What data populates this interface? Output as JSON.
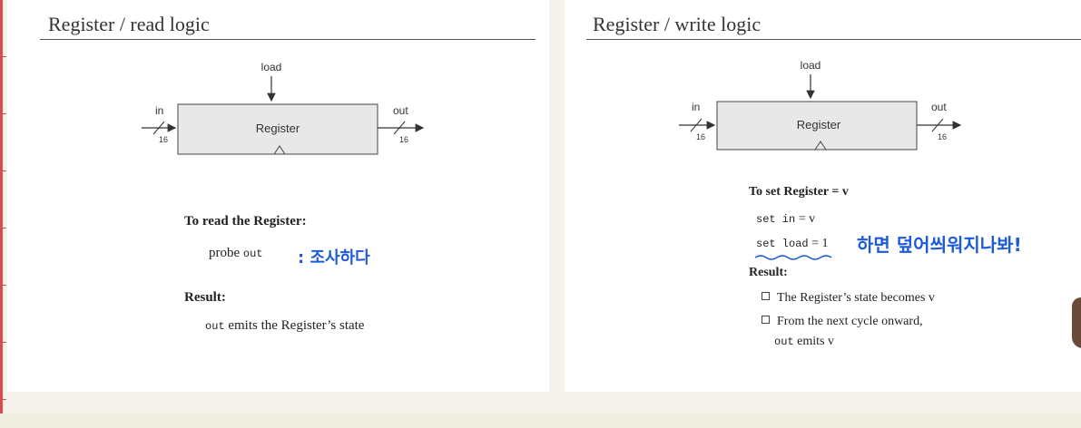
{
  "read_slide": {
    "title": "Register / read logic",
    "diagram": {
      "control_label": "load",
      "block_label": "Register",
      "input_label": "in",
      "input_width": "16",
      "output_label": "out",
      "output_width": "16"
    },
    "heading": "To read the Register:",
    "probe_word": "probe",
    "probe_code": "out",
    "result_heading": "Result:",
    "result_code": "out",
    "result_text": "emits the Register’s state"
  },
  "write_slide": {
    "title": "Register / write logic",
    "diagram": {
      "control_label": "load",
      "block_label": "Register",
      "input_label": "in",
      "input_width": "16",
      "output_label": "out",
      "output_width": "16"
    },
    "heading": "To set Register = v",
    "step1_code": "set in",
    "step1_rest": " = v",
    "step2_code": "set load",
    "step2_rest": " = 1",
    "result_heading": "Result:",
    "bullet1": "The Register’s state becomes v",
    "bullet2_line1": "From the next cycle onward,",
    "bullet2_code": "out",
    "bullet2_rest": " emits v"
  },
  "annotations": {
    "probe_note": ": 조사하다",
    "load_note": "하면 덮어씌워지나봐!",
    "ink_color": "#1d5bd8"
  }
}
